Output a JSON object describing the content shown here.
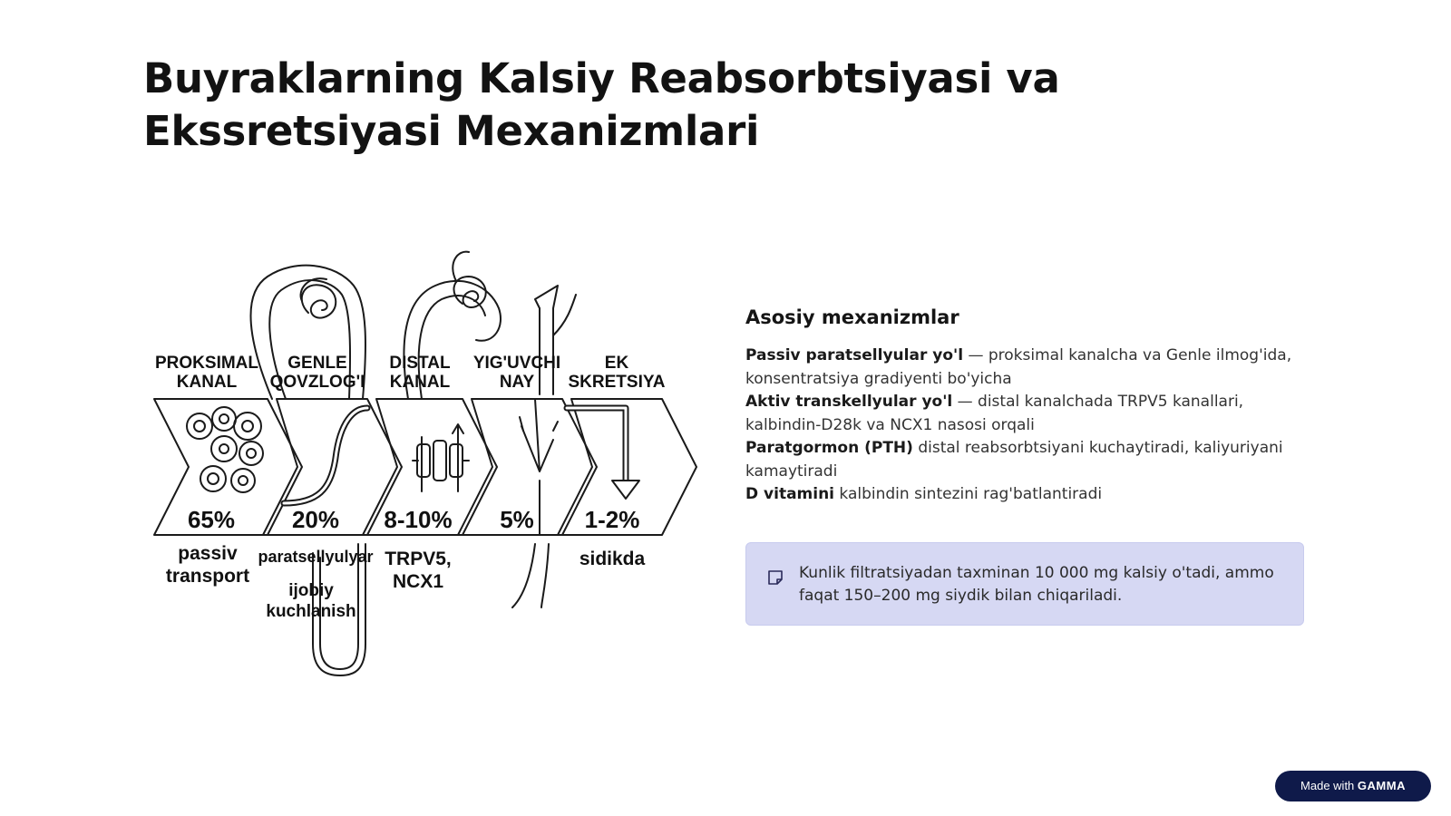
{
  "page": {
    "title": "Buyraklarning Kalsiy Reabsorbtsiyasi va Ekssretsiyasi Mexanizmlari"
  },
  "diagram": {
    "stages": [
      {
        "title": "PROKSIMAL\nKANAL",
        "percent": "65%",
        "note": "passiv\ntransport"
      },
      {
        "title": "GENLE\nQOVZLOG'I",
        "percent": "20%",
        "note": "paratsellyulyar",
        "note2": "ijobiy\nkuchlanish"
      },
      {
        "title": "DISTAL\nKANAL",
        "percent": "8-10%",
        "note": "TRPV5,\nNCX1"
      },
      {
        "title": "YIG'UVCHI\nNAY",
        "percent": "5%",
        "note": ""
      },
      {
        "title": "EK\nSKRETSIYA",
        "percent": "1-2%",
        "note": "sidikda"
      }
    ]
  },
  "mechanisms": {
    "heading": "Asosiy mexanizmlar",
    "items": [
      {
        "term": "Passiv paratsellyular yo'l",
        "text": " — proksimal kanalcha va Genle ilmog'ida, konsentratsiya gradiyenti bo'yicha"
      },
      {
        "term": "Aktiv transkellyular yo'l",
        "text": " — distal kanalchada TRPV5 kanallari, kalbindin-D28k va NCX1 nasosi orqali"
      },
      {
        "term": "Paratgormon (PTH)",
        "text": " distal reabsorbtsiyani kuchaytiradi, kaliyuriyani kamaytiradi"
      },
      {
        "term": "D vitamini",
        "text": " kalbindin sintezini rag'batlantiradi"
      }
    ]
  },
  "callout": {
    "icon": "note-icon",
    "text": "Kunlik filtratsiyadan taxminan 10 000 mg kalsiy o'tadi, ammo faqat 150–200 mg siydik bilan chiqariladi."
  },
  "badge": {
    "prefix": "Made with ",
    "brand": "GAMMA"
  }
}
